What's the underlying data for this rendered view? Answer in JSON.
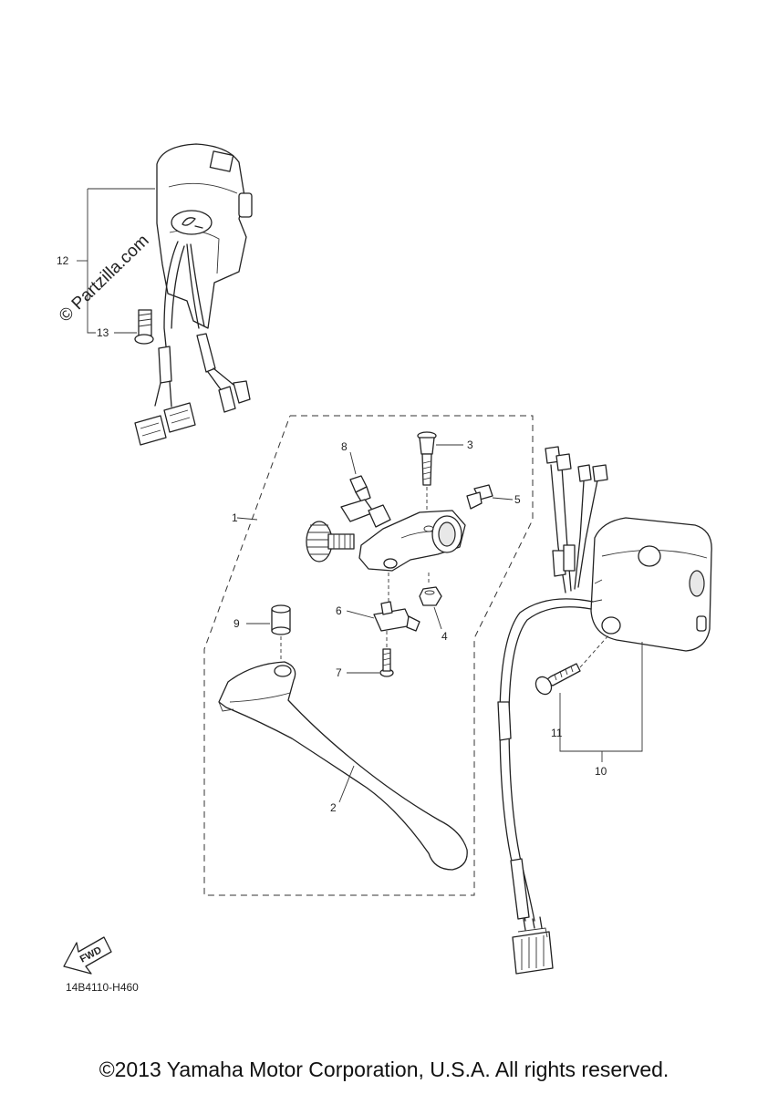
{
  "diagram": {
    "watermark": "© Partzilla.com",
    "drawing_code": "14B4110-H460",
    "fwd_label": "FWD",
    "callouts": {
      "c1": "1",
      "c2": "2",
      "c3": "3",
      "c4": "4",
      "c5": "5",
      "c6": "6",
      "c7": "7",
      "c8": "8",
      "c9": "9",
      "c10": "10",
      "c11": "11",
      "c12": "12",
      "c13": "13"
    }
  },
  "footer": {
    "copyright": "©2013 Yamaha Motor Corporation, U.S.A. All rights reserved."
  }
}
